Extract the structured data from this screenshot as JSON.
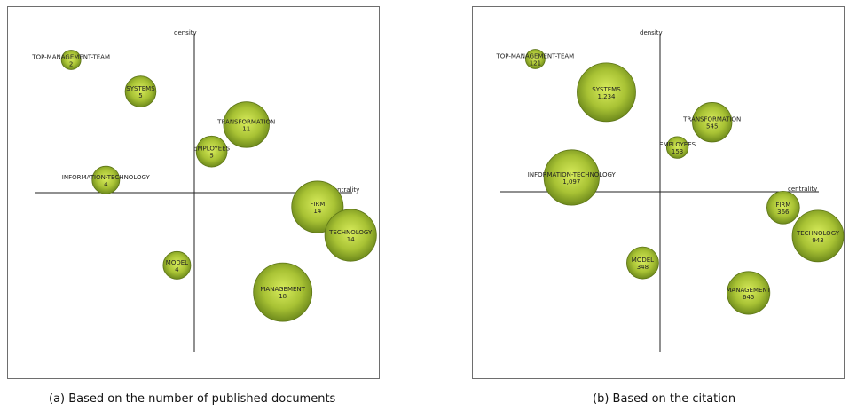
{
  "chart_data": [
    {
      "type": "scatter",
      "subtype": "bubble",
      "caption": "(a) Based on the number of published documents",
      "xlabel": "centrality",
      "ylabel": "density",
      "points": [
        {
          "name": "TOP-MANAGEMENT-TEAM",
          "value": "2",
          "size": 2,
          "x": -0.78,
          "y": 0.84
        },
        {
          "name": "SYSTEMS",
          "value": "5",
          "size": 5,
          "x": -0.34,
          "y": 0.64
        },
        {
          "name": "TRANSFORMATION",
          "value": "11",
          "size": 11,
          "x": 0.33,
          "y": 0.43
        },
        {
          "name": "EMPLOYEES",
          "value": "5",
          "size": 5,
          "x": 0.11,
          "y": 0.26
        },
        {
          "name": "INFORMATION-TECHNOLOGY",
          "value": "4",
          "size": 4,
          "x": -0.56,
          "y": 0.08
        },
        {
          "name": "FIRM",
          "value": "14",
          "size": 14,
          "x": 0.78,
          "y": -0.09
        },
        {
          "name": "TECHNOLOGY",
          "value": "14",
          "size": 14,
          "x": 0.99,
          "y": -0.27
        },
        {
          "name": "MODEL",
          "value": "4",
          "size": 4,
          "x": -0.11,
          "y": -0.46
        },
        {
          "name": "MANAGEMENT",
          "value": "18",
          "size": 18,
          "x": 0.56,
          "y": -0.63
        }
      ]
    },
    {
      "type": "scatter",
      "subtype": "bubble",
      "caption": "(b) Based on the citation",
      "xlabel": "centrality",
      "ylabel": "density",
      "points": [
        {
          "name": "TOP-MANAGEMENT-TEAM",
          "value": "121",
          "size": 121,
          "x": -0.79,
          "y": 0.84
        },
        {
          "name": "SYSTEMS",
          "value": "1,234",
          "size": 1234,
          "x": -0.34,
          "y": 0.63
        },
        {
          "name": "TRANSFORMATION",
          "value": "545",
          "size": 545,
          "x": 0.33,
          "y": 0.44
        },
        {
          "name": "EMPLOYEES",
          "value": "153",
          "size": 153,
          "x": 0.11,
          "y": 0.28
        },
        {
          "name": "INFORMATION-TECHNOLOGY",
          "value": "1,097",
          "size": 1097,
          "x": -0.56,
          "y": 0.09
        },
        {
          "name": "FIRM",
          "value": "366",
          "size": 366,
          "x": 0.78,
          "y": -0.1
        },
        {
          "name": "TECHNOLOGY",
          "value": "943",
          "size": 943,
          "x": 1.0,
          "y": -0.28
        },
        {
          "name": "MODEL",
          "value": "348",
          "size": 348,
          "x": -0.11,
          "y": -0.45
        },
        {
          "name": "MANAGEMENT",
          "value": "645",
          "size": 645,
          "x": 0.56,
          "y": -0.64
        }
      ]
    }
  ]
}
